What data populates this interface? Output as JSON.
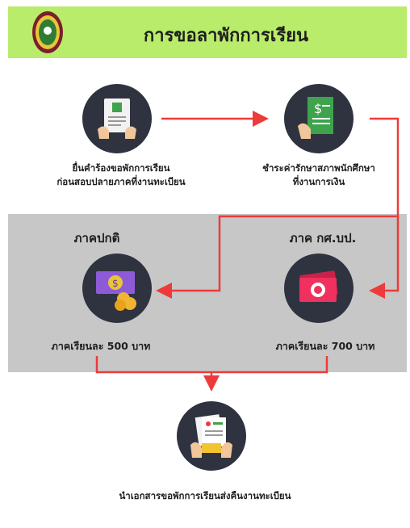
{
  "header": {
    "title": "การขอลาพักการเรียน",
    "logo_icon": "university-seal-icon",
    "bg_color": "#b9ec6a"
  },
  "steps": [
    {
      "icon": "document-form-icon",
      "line1": "ยื่นคำร้องขอพักการเรียน",
      "line2": "ก่อนสอบปลายภาคที่งานทะเบียน"
    },
    {
      "icon": "receipt-payment-icon",
      "line1": "ชำระค่ารักษาสภาพนักศึกษา",
      "line2": "ที่งานการเงิน"
    }
  ],
  "options": [
    {
      "heading": "ภาคปกติ",
      "icon": "money-coins-icon",
      "fee": "ภาคเรียนละ 500 บาท"
    },
    {
      "heading": "ภาค กศ.บป.",
      "icon": "banknote-icon",
      "fee": "ภาคเรียนละ 700 บาท"
    }
  ],
  "final_step": {
    "icon": "document-submit-icon",
    "label": "นำเอกสารขอพักการเรียนส่งคืนงานทะเบียน"
  },
  "colors": {
    "arrow": "#ee3a3a",
    "circle": "#2f3340",
    "band": "#c7c7c7"
  }
}
